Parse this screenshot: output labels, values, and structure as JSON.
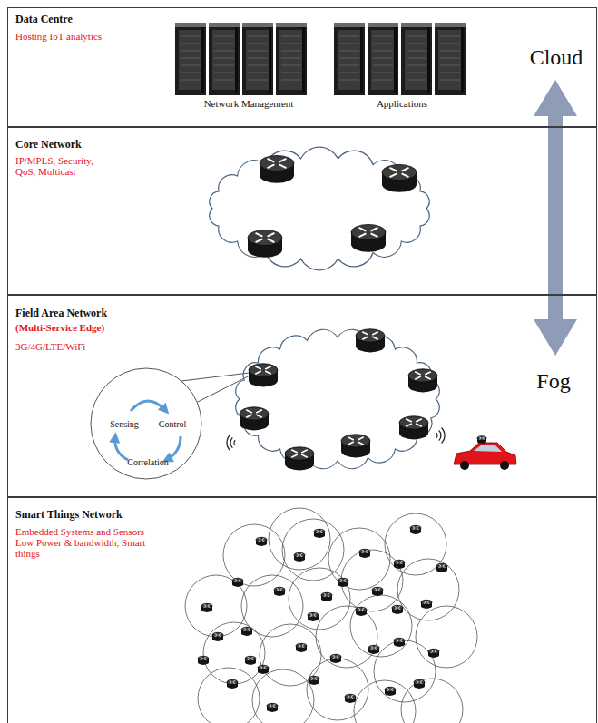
{
  "diagram": {
    "nodes": [
      {
        "text": [
          "Data Centre",
          "Hosting IoT analytics"
        ]
      },
      {
        "text": [
          "Core Network",
          "IP/MPLS, Security, QoS, Multicast"
        ]
      },
      {
        "text": [
          "Field Area Network",
          "(Multi-Service Edge)",
          "3G/4G/LTE/WiFi"
        ]
      },
      {
        "text": [
          "Sensing",
          "Control",
          "Correlation"
        ],
        "in": 2
      },
      {
        "text": [
          "Smart Things Network",
          "Embedded Systems and Sensors Low Power & bandwidth, Smart things"
        ]
      }
    ],
    "labels": [
      "Network Management",
      "Applications",
      "Cloud",
      "Fog"
    ]
  }
}
